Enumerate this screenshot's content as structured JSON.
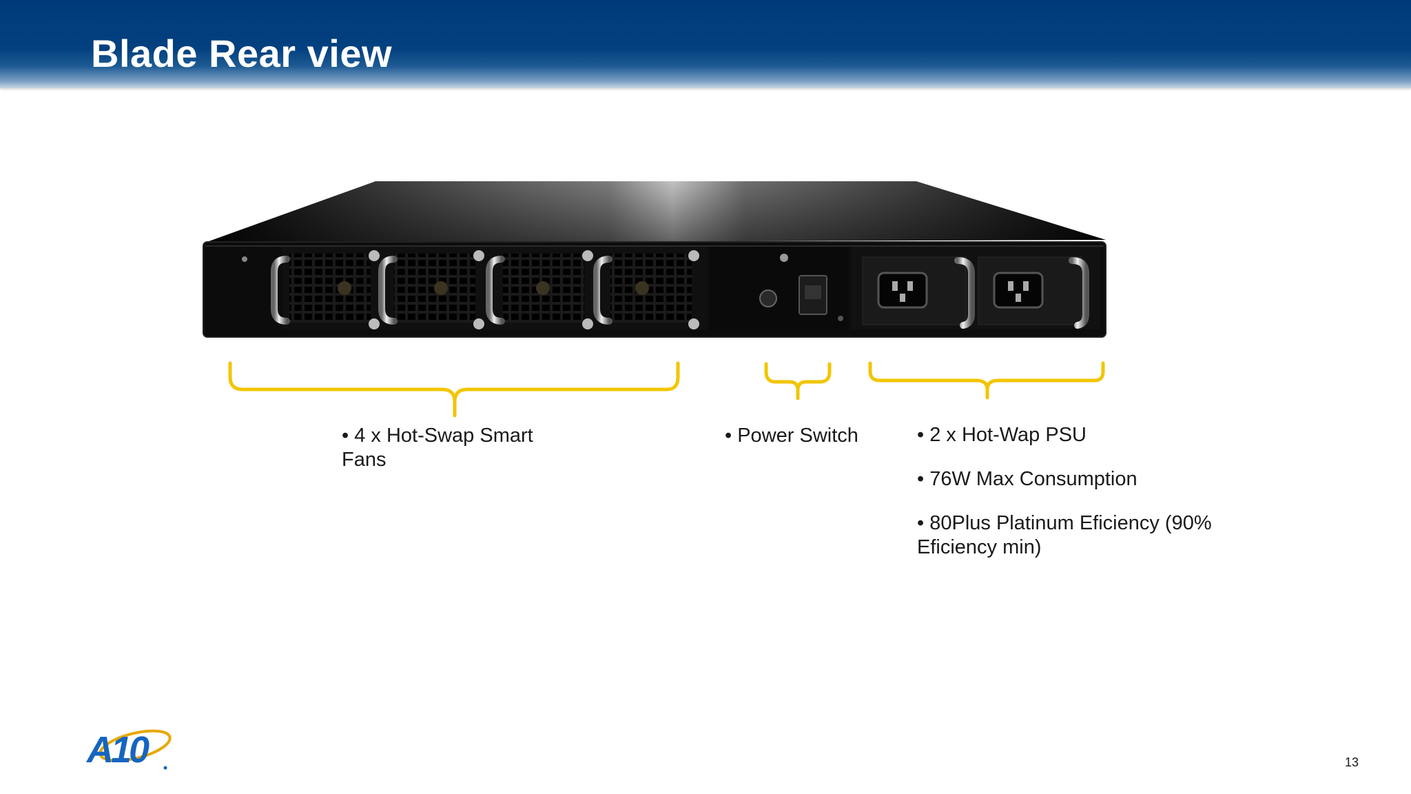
{
  "slide": {
    "title": "Blade Rear view",
    "page_number": "13",
    "logo_text": "A10"
  },
  "labels": {
    "fans": [
      "4 x Hot-Swap Smart Fans"
    ],
    "power": [
      "Power Switch"
    ],
    "psu": [
      "2 x Hot-Wap PSU",
      "76W Max Consumption",
      "80Plus Platinum Eficiency (90% Eficiency min)"
    ]
  },
  "colors": {
    "header_blue": "#013a7a",
    "brace_yellow": "#f2c500",
    "logo_blue": "#1565c0",
    "logo_gold": "#e8a800"
  }
}
